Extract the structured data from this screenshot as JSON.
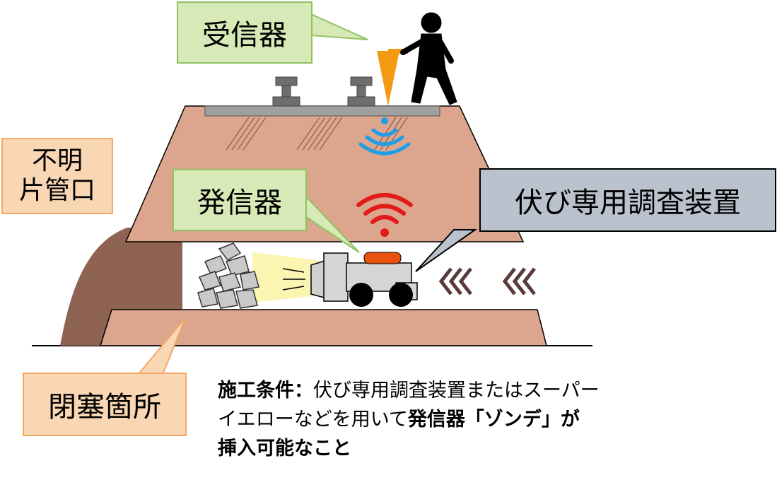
{
  "labels": {
    "receiver": "受信器",
    "transmitter": "発信器",
    "device": "伏び専用調査装置",
    "unknown_pipe_line1": "不明",
    "unknown_pipe_line2": "片管口",
    "blockage": "閉塞箇所"
  },
  "condition": {
    "heading": "施工条件：",
    "text1": "伏び専用調査装置またはスーパー",
    "text2": "イエローなどを用いて",
    "highlight": "発信器「ゾンデ」が",
    "text3": "挿入可能なこと"
  },
  "colors": {
    "embankment": "#dba68d",
    "pipe": "#8e6352",
    "callout_green": "#d7e9b7",
    "callout_orange": "#fad7b4",
    "callout_gray": "#b9c2cd",
    "signal_blue": "#1e9ee6",
    "signal_red": "#e31a1a",
    "chevron": "#5a3a3a",
    "sonde_orange": "#e8510e"
  }
}
